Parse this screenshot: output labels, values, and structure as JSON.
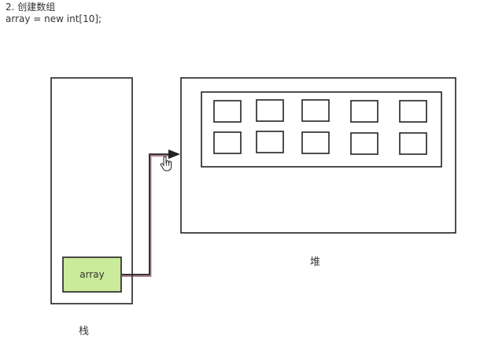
{
  "heading": {
    "step": "2. 创建数组",
    "code": "array = new int[10];"
  },
  "diagram": {
    "stack_label": "栈",
    "heap_label": "堆",
    "variable_label": "array",
    "array_cell_count": 10,
    "colors": {
      "stroke": "#222222",
      "variable_fill": "#c9eb9a",
      "arrow_shadow": "#6b1f3a"
    },
    "icons": [
      "hand-pointer-icon"
    ]
  }
}
